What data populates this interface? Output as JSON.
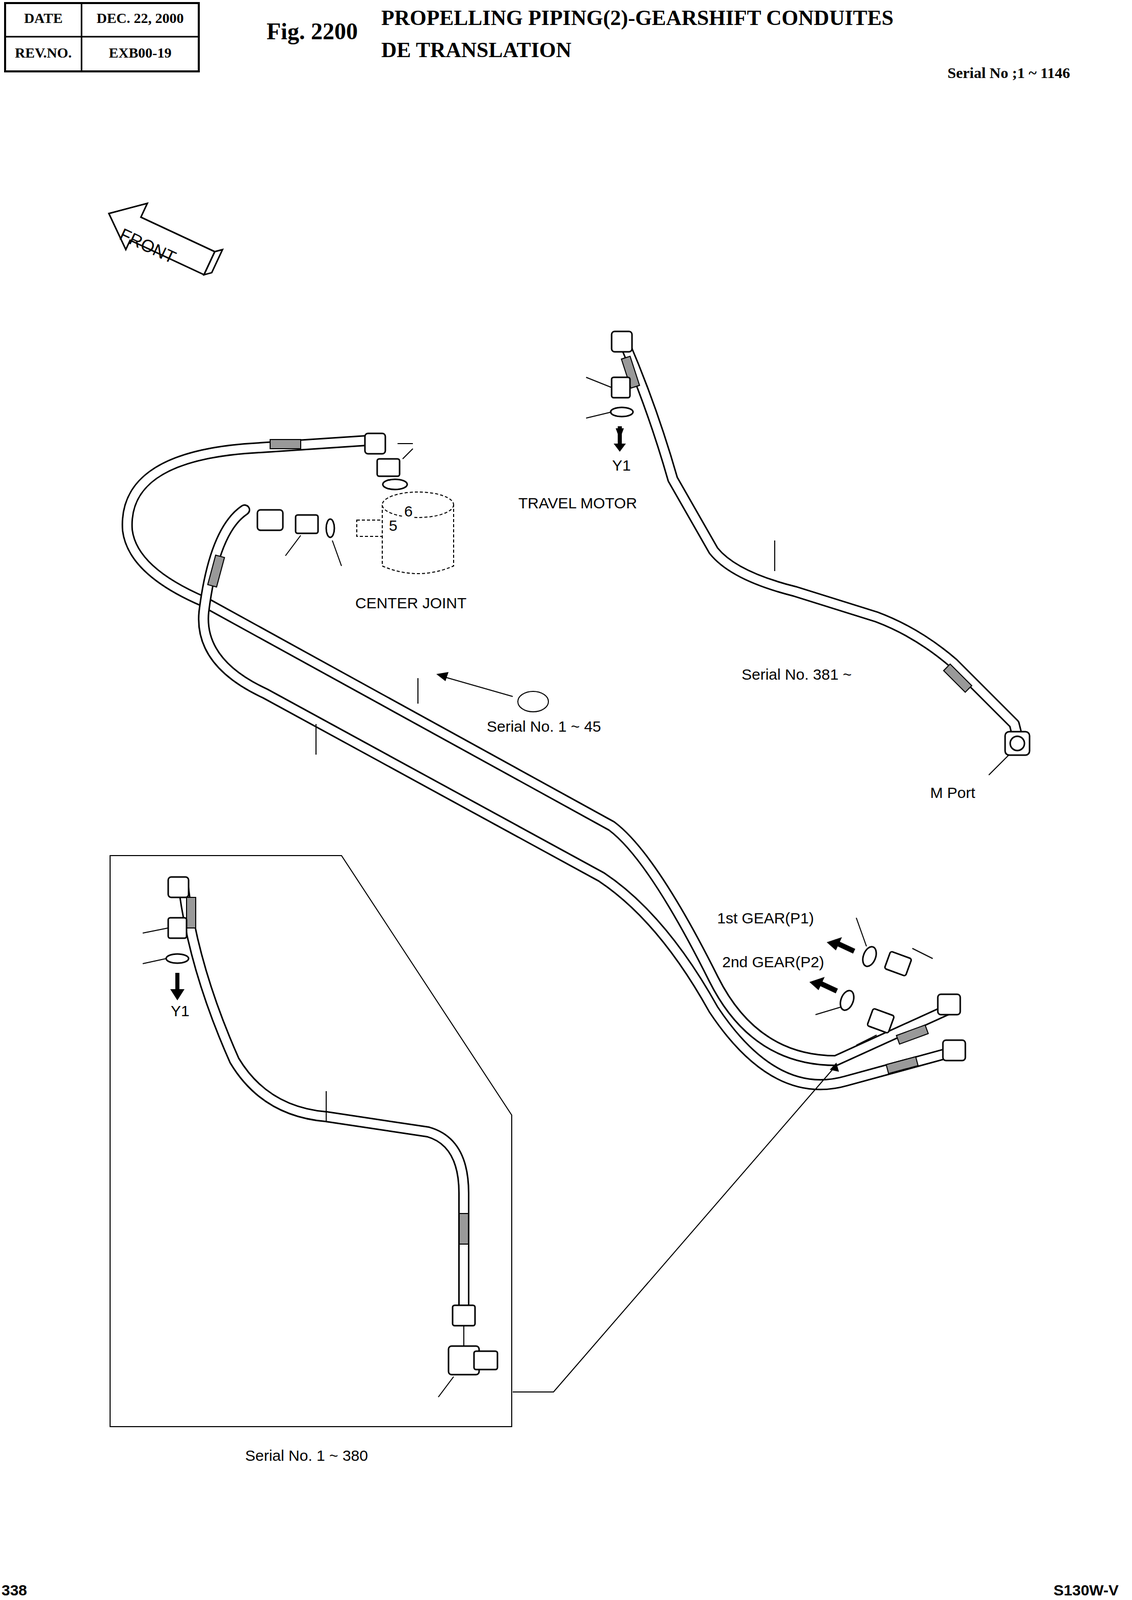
{
  "diagram": {
    "title": "PROPELLING PIPING(2)-GEARSHIFT CONDUITES DE TRANSLATION",
    "nodes": [
      {
        "text": [
          "Y1",
          "Serial No. 1 ~ 380"
        ]
      }
    ],
    "labels": [
      "DATE",
      "DEC. 22, 2000",
      "REV.NO.",
      "EXB00-19",
      "Fig. 2200",
      "Serial No ;1 ~ 1146",
      "FRONT",
      "Y1",
      "TRAVEL MOTOR",
      "6",
      "5",
      "CENTER JOINT",
      "Serial No. 1 ~ 45",
      "Serial No. 381 ~",
      "M Port",
      "1st GEAR(P1)",
      "2nd GEAR(P2)",
      "338",
      "S130W-V"
    ]
  }
}
